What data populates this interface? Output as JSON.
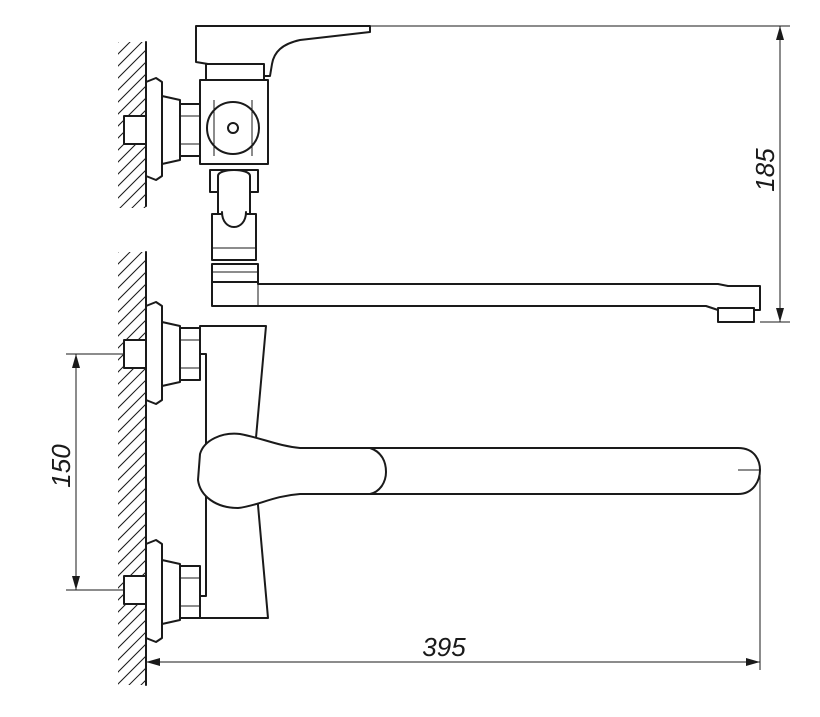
{
  "drawing": {
    "dimensions": {
      "outlet_height": "185",
      "inlet_spacing": "150",
      "spout_reach": "395"
    }
  }
}
